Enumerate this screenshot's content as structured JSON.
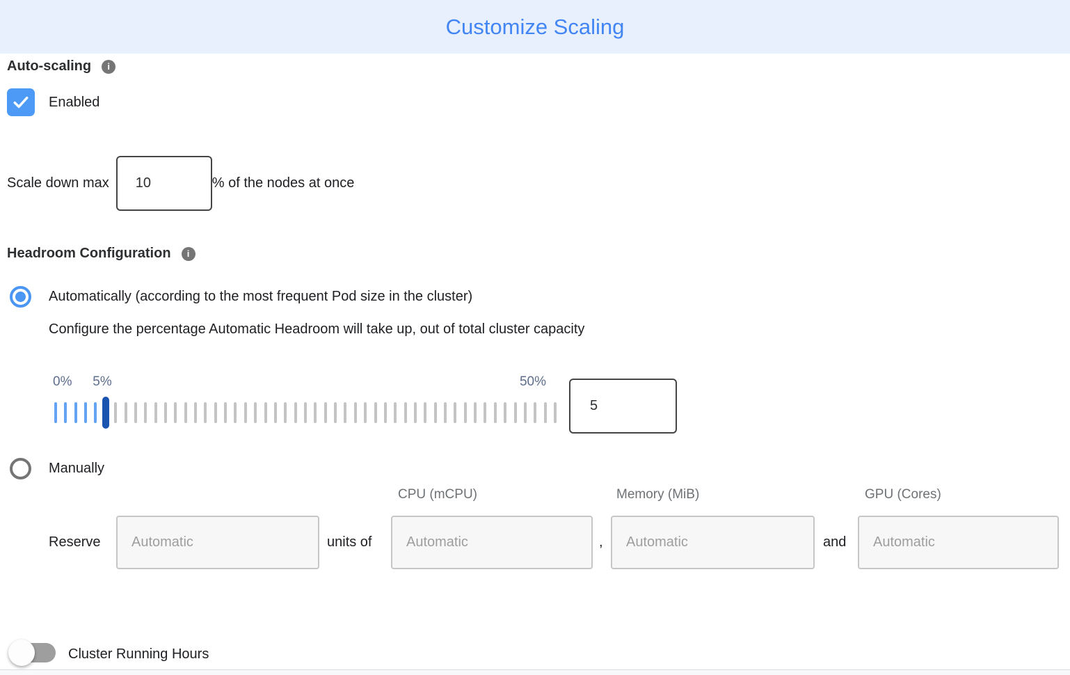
{
  "header": {
    "title": "Customize Scaling"
  },
  "icons": {
    "info_glyph": "i"
  },
  "auto_scaling": {
    "label": "Auto-scaling",
    "enabled_label": "Enabled",
    "enabled": true,
    "scale_down": {
      "prefix": "Scale down max",
      "value": "10",
      "suffix": "% of the nodes at once"
    }
  },
  "headroom": {
    "label": "Headroom Configuration",
    "automatic": {
      "selected": true,
      "radio_label": "Automatically (according to the most frequent Pod size in the cluster)",
      "description": "Configure the percentage Automatic Headroom will take up, out of total cluster capacity",
      "slider": {
        "min_label": "0%",
        "value_label": "5%",
        "max_label": "50%",
        "min": 0,
        "max": 50,
        "value": 5,
        "tick_count": 51,
        "filled_ticks": 6,
        "handle_index": 5
      },
      "value": "5"
    },
    "manual": {
      "selected": false,
      "radio_label": "Manually",
      "columns": [
        "CPU (mCPU)",
        "Memory (MiB)",
        "GPU (Cores)"
      ],
      "reserve_label": "Reserve",
      "units_of_label": "units of",
      "comma_label": ",",
      "and_label": "and",
      "placeholder": "Automatic"
    }
  },
  "cluster_running_hours": {
    "label": "Cluster Running Hours",
    "enabled": false
  },
  "colors": {
    "header_bg": "#E8F0FE",
    "title_blue": "#4285F4",
    "checkbox_blue": "#4C9AF5",
    "radio_blue": "#4B96F3",
    "tick_blue": "#64A3F3",
    "tick_gray": "#C4C4C4",
    "handle_blue": "#1A53B0",
    "disabled_input_bg": "#F7F7F7",
    "toggle_off_track": "#9E9E9E",
    "divider": "#DADCE0"
  }
}
